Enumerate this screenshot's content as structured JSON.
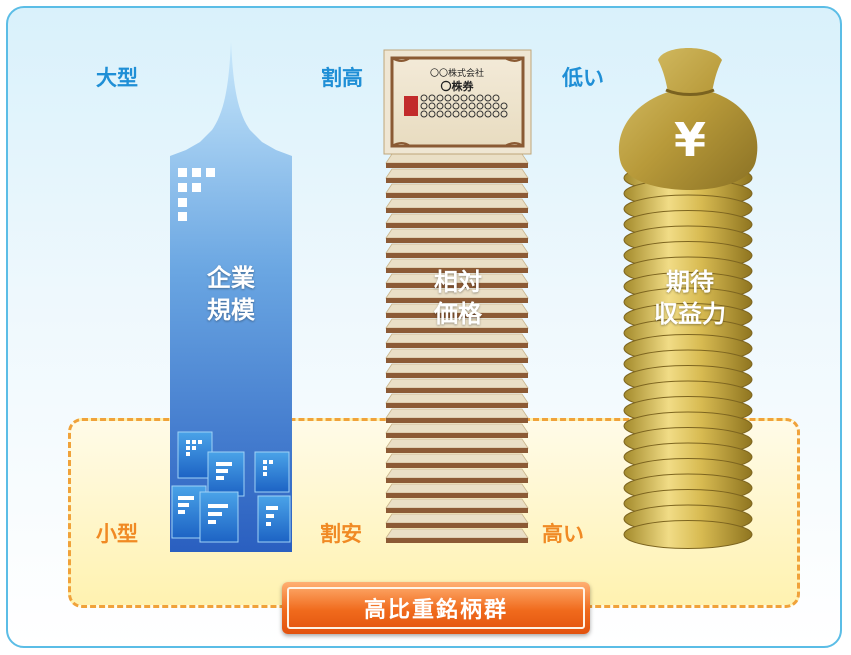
{
  "columns": [
    {
      "name": "company-size",
      "label_lines": [
        "企業",
        "規模"
      ],
      "top_label": "大型",
      "bottom_label": "小型"
    },
    {
      "name": "relative-price",
      "label_lines": [
        "相対",
        "価格"
      ],
      "top_label": "割高",
      "bottom_label": "割安"
    },
    {
      "name": "expected-earnings",
      "label_lines": [
        "期待",
        "収益力"
      ],
      "top_label": "低い",
      "bottom_label": "高い"
    }
  ],
  "certificate": {
    "line1": "〇〇株式会社",
    "line2": "〇株券"
  },
  "moneybag": {
    "symbol": "¥"
  },
  "banner": {
    "label": "高比重銘柄群"
  },
  "colors": {
    "top_label": "#1f8fd6",
    "bottom_label": "#f08a24",
    "frame_border": "#5bbde6",
    "zone_border": "#f0a23a",
    "banner": "#f06a1c"
  }
}
